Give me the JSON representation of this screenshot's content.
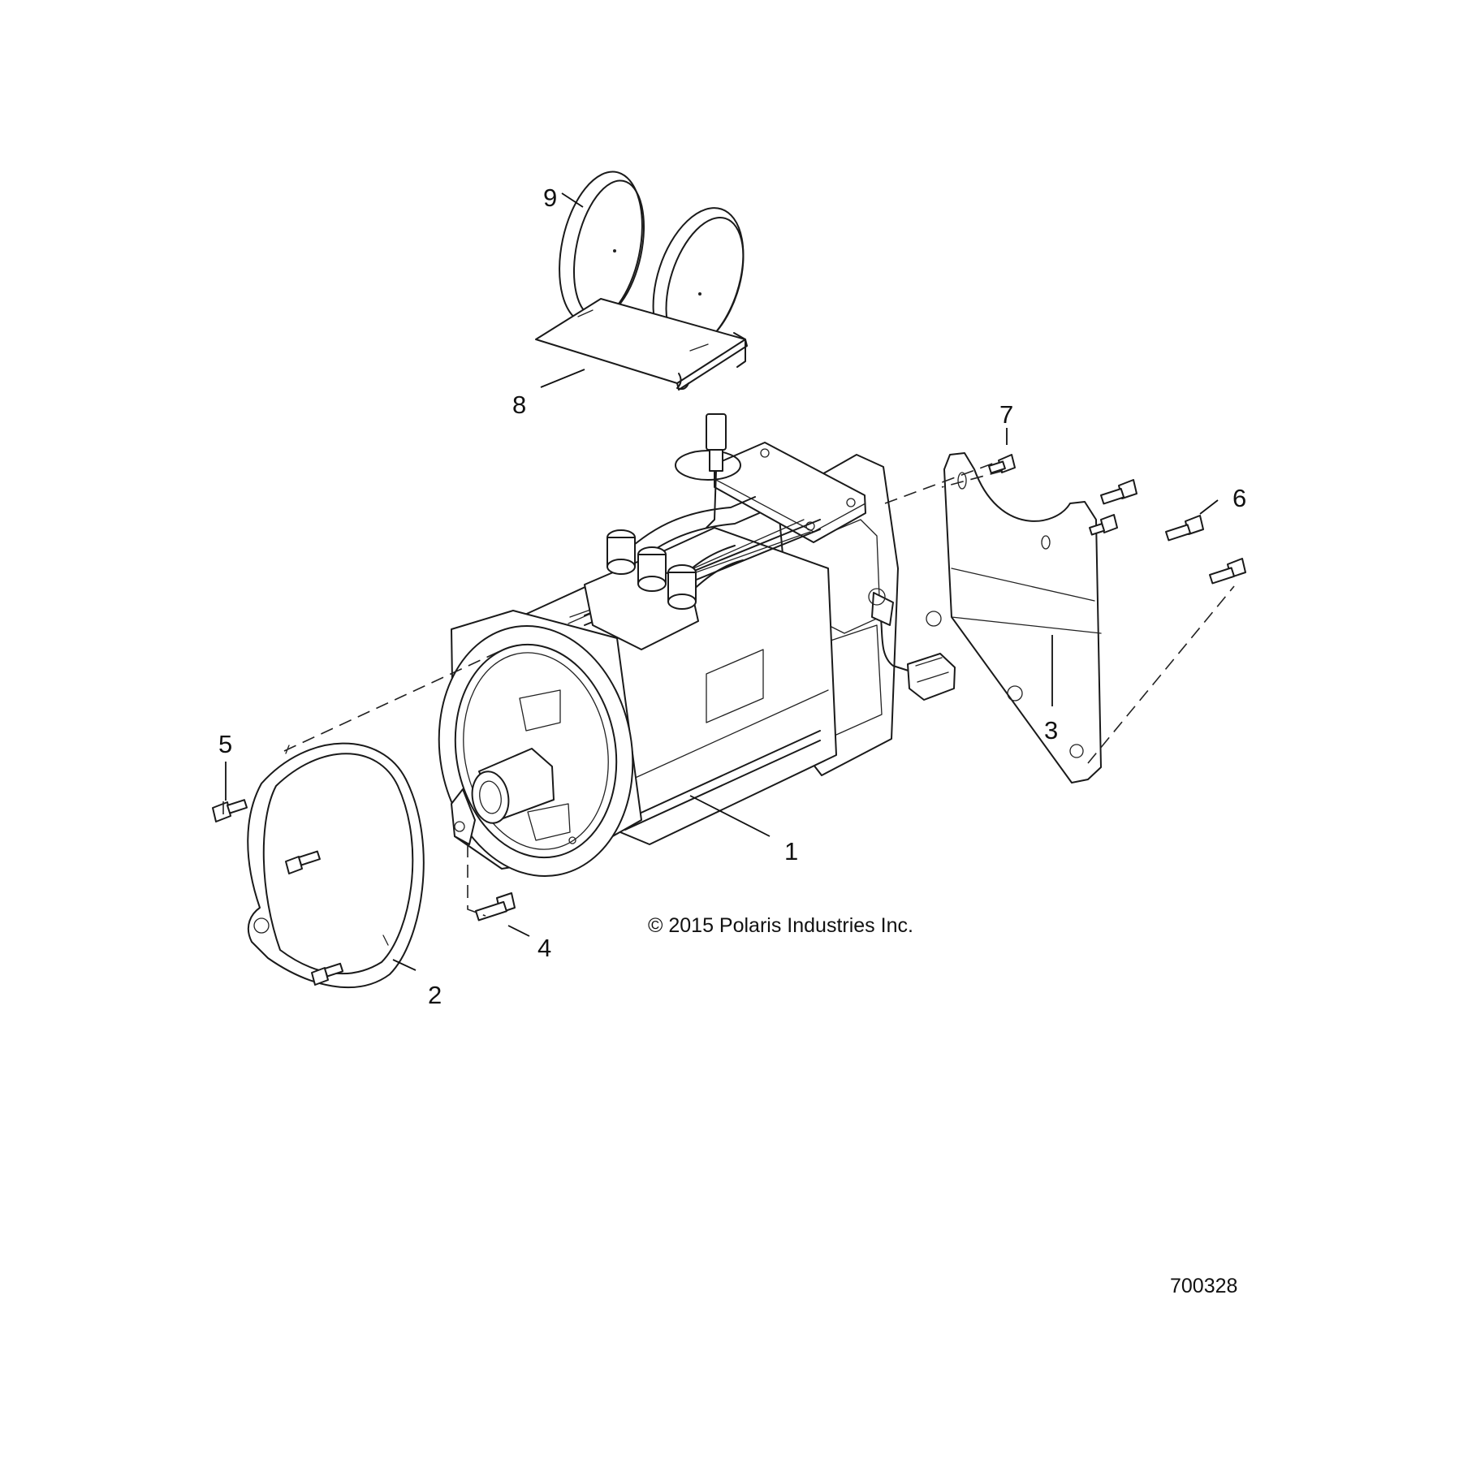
{
  "callouts": {
    "c1": "1",
    "c2": "2",
    "c3": "3",
    "c4": "4",
    "c5": "5",
    "c6": "6",
    "c7": "7",
    "c8": "8",
    "c9": "9"
  },
  "copyright": "© 2015 Polaris Industries Inc.",
  "figure_id": "700328"
}
